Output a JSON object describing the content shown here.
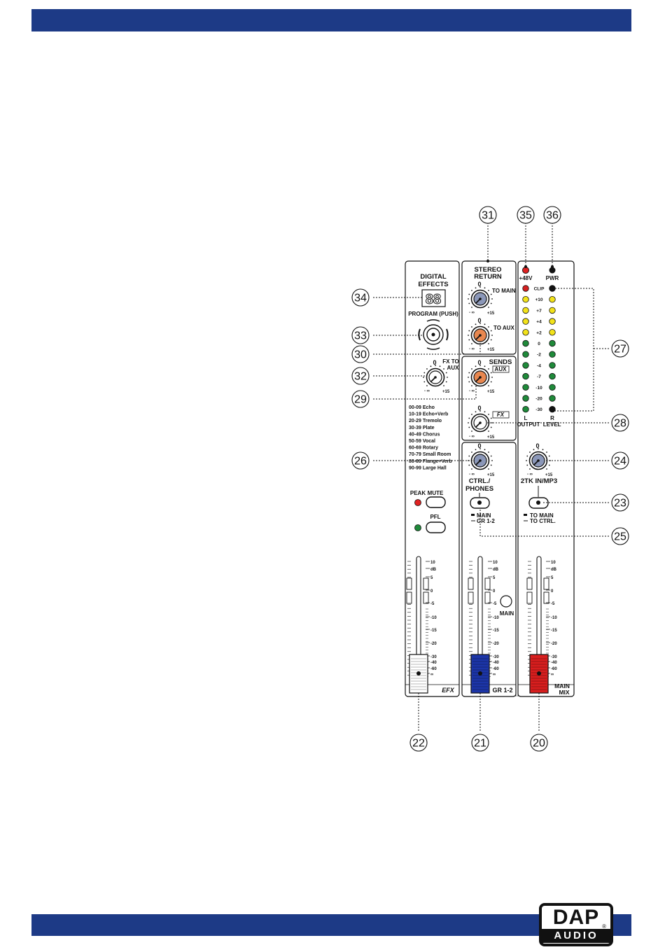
{
  "header": {
    "color": "#1d3a86"
  },
  "footer": {
    "color": "#1d3a86",
    "logo_line1": "DAP",
    "logo_line2": "AUDIO",
    "logo_reg": "®"
  },
  "diagram": {
    "callouts": [
      "20",
      "21",
      "22",
      "23",
      "24",
      "25",
      "26",
      "27",
      "28",
      "29",
      "30",
      "31",
      "32",
      "33",
      "34",
      "35",
      "36"
    ],
    "efx_strip": {
      "title_line1": "DIGITAL",
      "title_line2": "EFFECTS",
      "display": "88",
      "program_label": "PROGRAM (PUSH)",
      "fx_to_aux_line1": "FX TO",
      "fx_to_aux_line2": "AUX",
      "knob_zero": "0",
      "knob_min": "- ∞",
      "knob_max": "+15",
      "presets": [
        "00-09 Echo",
        "10-19 Echo+Verb",
        "20-29 Tremolo",
        "30-39 Plate",
        "40-49 Chorus",
        "50-59 Vocal",
        "60-69 Rotary",
        "70-79 Small Room",
        "80-89 Flange+Verb",
        "90-99 Large Hall"
      ],
      "peak_label": "PEAK",
      "mute_label": "MUTE",
      "pfl_label": "PFL",
      "fader_label": "EFX"
    },
    "middle_strip": {
      "stereo_return_line1": "STEREO",
      "stereo_return_line2": "RETURN",
      "to_main": "TO MAIN",
      "to_aux": "TO AUX",
      "sends": "SENDS",
      "aux_box": "AUX",
      "fx_box": "FX",
      "ctrl_line1": "CTRL./",
      "ctrl_line2": "PHONES",
      "main_opt": "MAIN",
      "gr_opt": "GR 1-2",
      "main_button": "MAIN",
      "fader_label": "GR 1-2"
    },
    "right_strip": {
      "led_48v": "+48V",
      "led_pwr": "PWR",
      "meter_scale": [
        "CLIP",
        "+10",
        "+7",
        "+4",
        "+2",
        "0",
        "-2",
        "-4",
        "-7",
        "-10",
        "-20",
        "-30"
      ],
      "meter_colors": [
        "#d42020",
        "#f2e21a",
        "#f2e21a",
        "#f2e21a",
        "#f2e21a",
        "#1f8a3a",
        "#1f8a3a",
        "#1f8a3a",
        "#1f8a3a",
        "#1f8a3a",
        "#1f8a3a",
        "#1f8a3a"
      ],
      "meter_left": "L",
      "meter_right": "R",
      "output_level": "OUTPUT  LEVEL",
      "twotk_label": "2TK IN/MP3",
      "to_main_opt": "TO MAIN",
      "to_ctrl_opt": "TO CTRL.",
      "fader_label_line1": "MAIN",
      "fader_label_line2": "MIX"
    },
    "fader_scale": [
      "10",
      "dB",
      "5",
      "0",
      "-5",
      "-10",
      "-15",
      "-20",
      "-30",
      "-40",
      "-60",
      "∞"
    ],
    "knob_colors": {
      "blue": "#8b97b8",
      "orange": "#e8874f",
      "white": "#ffffff"
    },
    "fader_colors": {
      "efx": "#ffffff",
      "gr": "#1c35a8",
      "main": "#d81e1e"
    }
  }
}
